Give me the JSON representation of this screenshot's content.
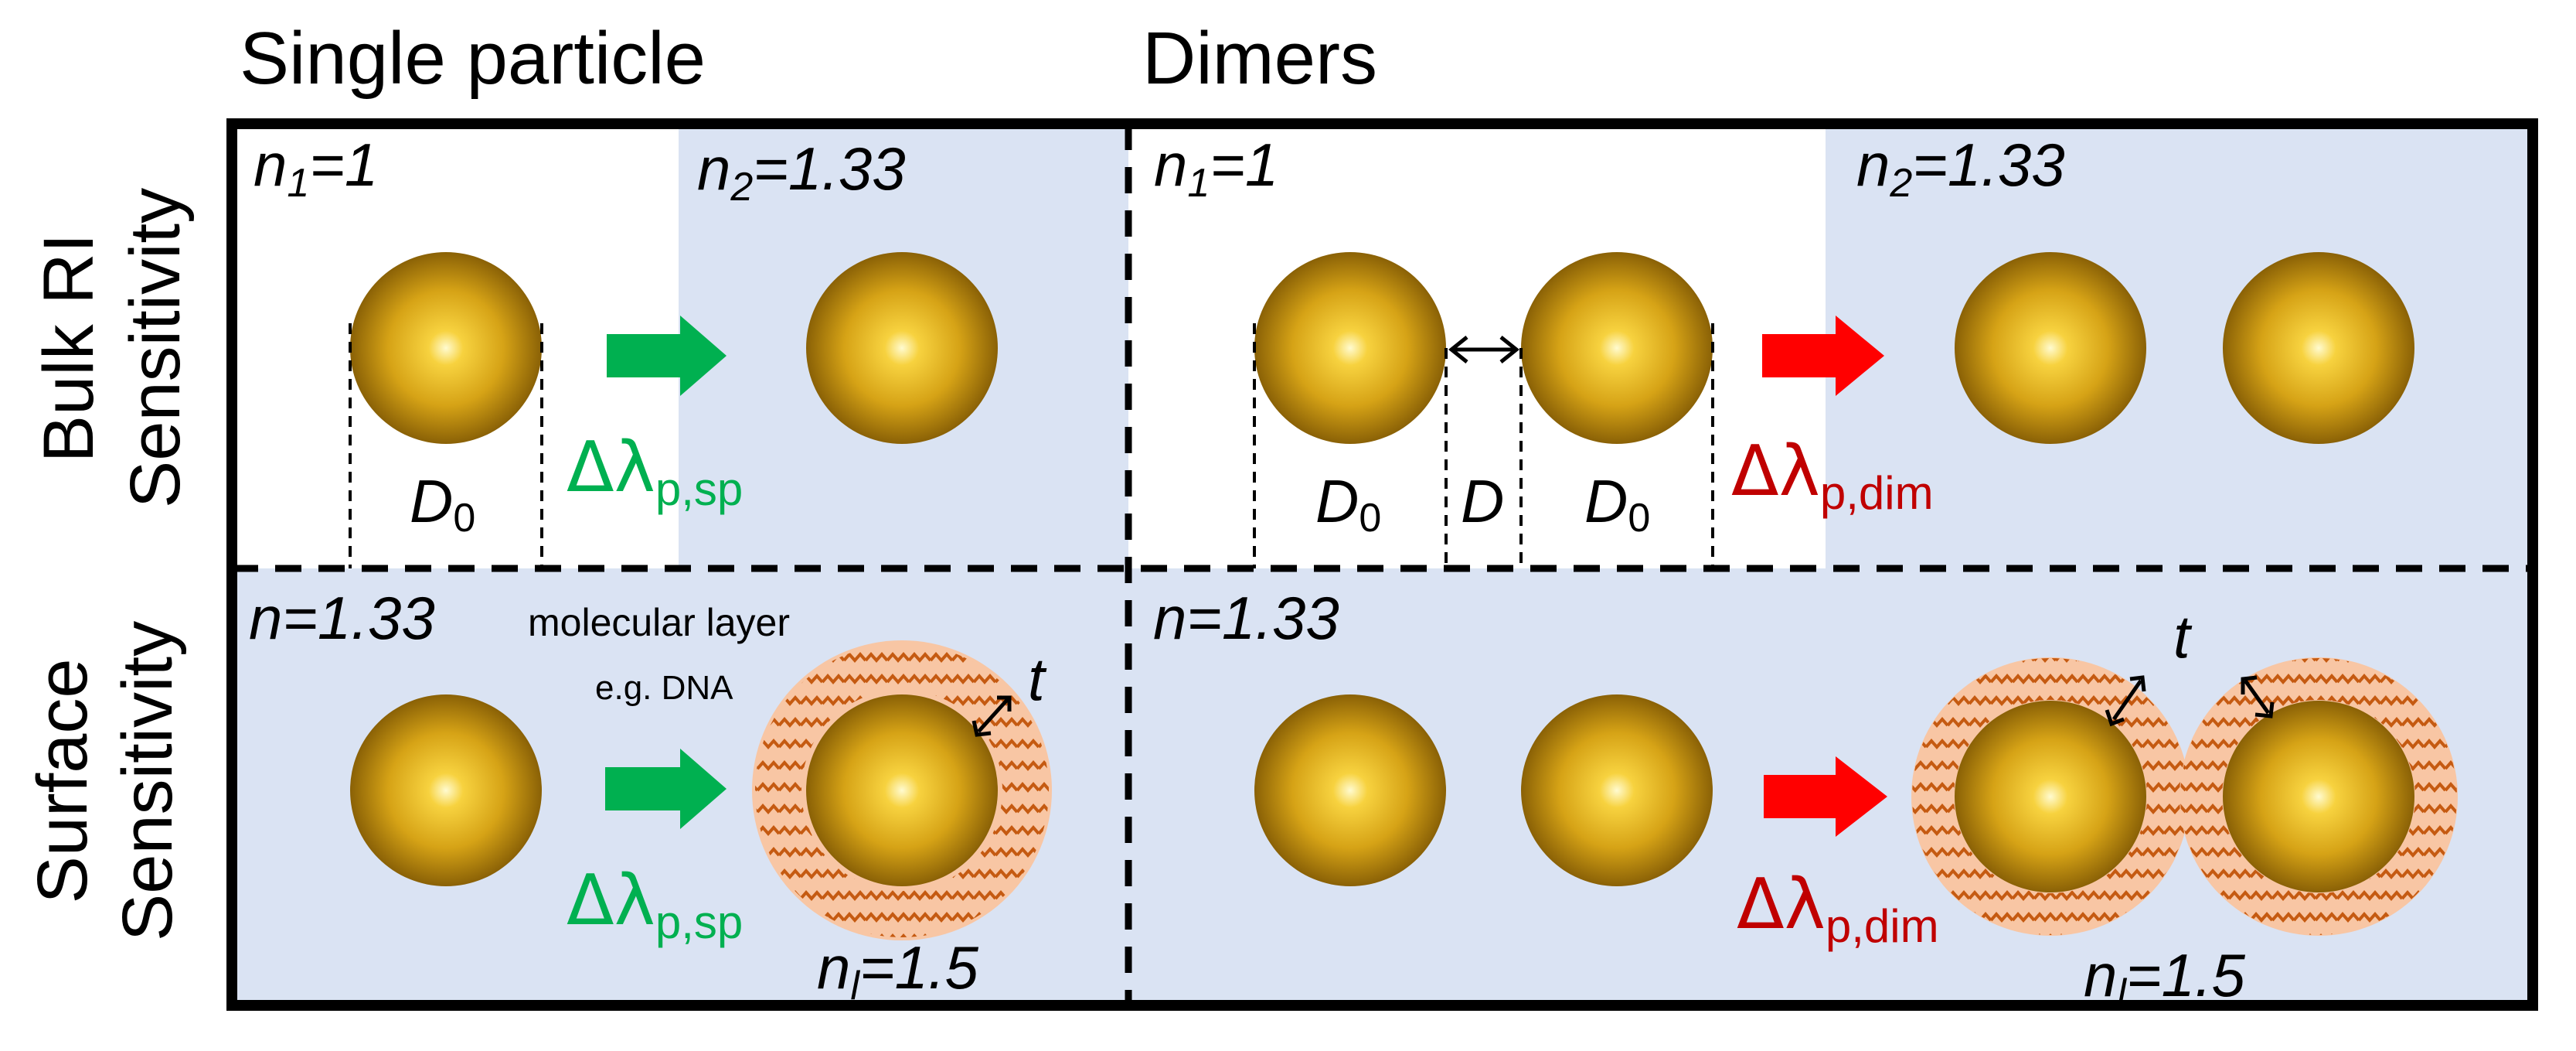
{
  "headers": {
    "single": "Single particle",
    "dimers": "Dimers"
  },
  "rows": {
    "bulk": [
      "Bulk RI",
      "Sensitivity"
    ],
    "surface": [
      "Surface",
      "Sensitivity"
    ]
  },
  "labels": {
    "n1_base": "n",
    "n1_sub": "1",
    "n1_val": "=1",
    "n2_base": "n",
    "n2_sub": "2",
    "n2_val": "=1.33",
    "n_medium": "n=1.33",
    "nl_base": "n",
    "nl_sub": "l",
    "nl_val": "=1.5",
    "d0_base": "D",
    "d0_sub": "0",
    "gap": "D",
    "t": "t",
    "molecular_layer": "molecular layer",
    "eg_dna": "e.g. DNA"
  },
  "shifts": {
    "delta": "Δλ",
    "sp_sub": "p,sp",
    "dim_sub": "p,dim"
  },
  "colors": {
    "background_blue": "#dae3f3",
    "gold": "#c89412",
    "green_arrow": "#00b050",
    "red_arrow": "#ff0000",
    "green_text": "#00b050",
    "red_text": "#c00000",
    "shell_fill": "#f8c6a4",
    "shell_zigzag": "#c55a11"
  }
}
